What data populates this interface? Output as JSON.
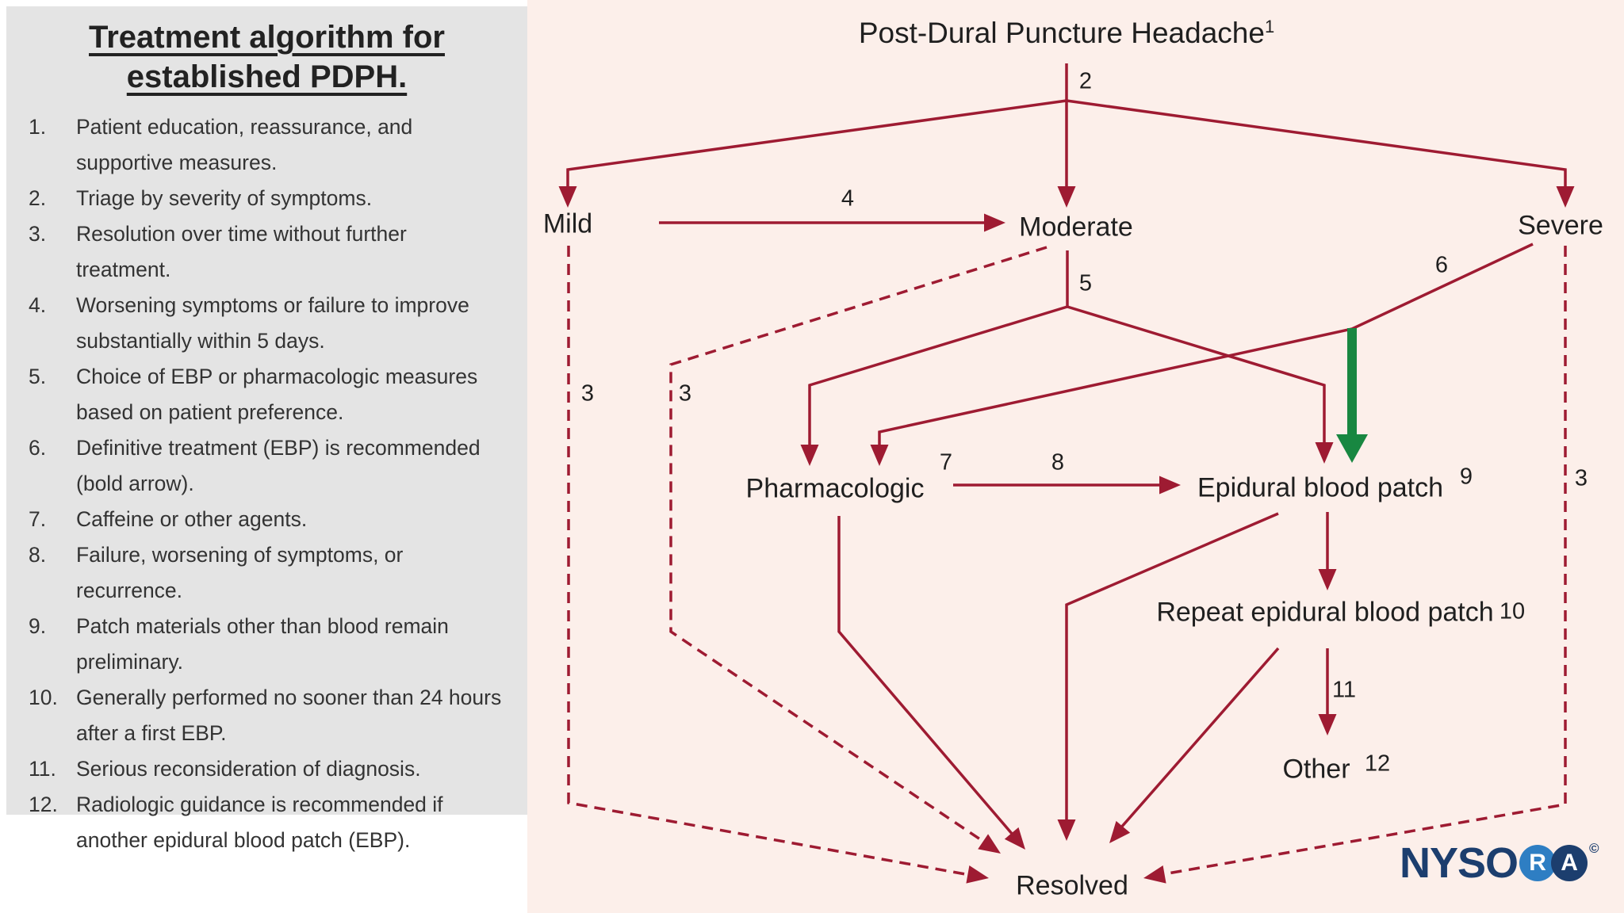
{
  "sidebar": {
    "title": "Treatment algorithm for established PDPH.",
    "items": [
      {
        "num": "1.",
        "text": "Patient education, reassurance, and supportive measures."
      },
      {
        "num": "2.",
        "text": "Triage by severity of symptoms."
      },
      {
        "num": "3.",
        "text": "Resolution over time without further treatment."
      },
      {
        "num": "4.",
        "text": "Worsening symptoms or failure to improve substantially within 5 days."
      },
      {
        "num": "5.",
        "text": "Choice of EBP or pharmacologic measures based on patient preference."
      },
      {
        "num": "6.",
        "text": "Definitive treatment (EBP) is recommended (bold arrow)."
      },
      {
        "num": "7.",
        "text": "Caffeine or other agents."
      },
      {
        "num": "8.",
        "text": "Failure, worsening of symptoms, or recurrence."
      },
      {
        "num": "9.",
        "text": "Patch materials other than blood remain preliminary."
      },
      {
        "num": "10.",
        "text": "Generally performed no sooner than 24 hours after a first EBP."
      },
      {
        "num": "11.",
        "text": "Serious reconsideration of diagnosis."
      },
      {
        "num": "12.",
        "text": "Radiologic guidance is recommended if another epidural blood patch (EBP)."
      }
    ]
  },
  "flow": {
    "nodes": {
      "root": "Post-Dural Puncture Headache",
      "root_sup": "1",
      "mild": "Mild",
      "moderate": "Moderate",
      "severe": "Severe",
      "pharmacologic": "Pharmacologic",
      "ebp": "Epidural blood patch",
      "repeat_ebp": "Repeat epidural blood patch",
      "other": "Other",
      "resolved": "Resolved"
    },
    "num_labels": [
      {
        "text": "2"
      },
      {
        "text": "4"
      },
      {
        "text": "5"
      },
      {
        "text": "6"
      },
      {
        "text": "3"
      },
      {
        "text": "3"
      },
      {
        "text": "3"
      },
      {
        "text": "7"
      },
      {
        "text": "8"
      },
      {
        "text": "9"
      },
      {
        "text": "10"
      },
      {
        "text": "11"
      },
      {
        "text": "12"
      }
    ]
  },
  "logo": {
    "text": "NYSO",
    "r": "R",
    "a": "A",
    "copyright": "©"
  },
  "colors": {
    "line_red": "#9E1B32",
    "bold_green": "#188741",
    "panel_pink": "#FCEFEA",
    "sidebar_gray": "#E4E4E4",
    "text_ink": "#222222",
    "logo_navy": "#1C3E6E",
    "logo_light_blue": "#2E7EC3"
  }
}
